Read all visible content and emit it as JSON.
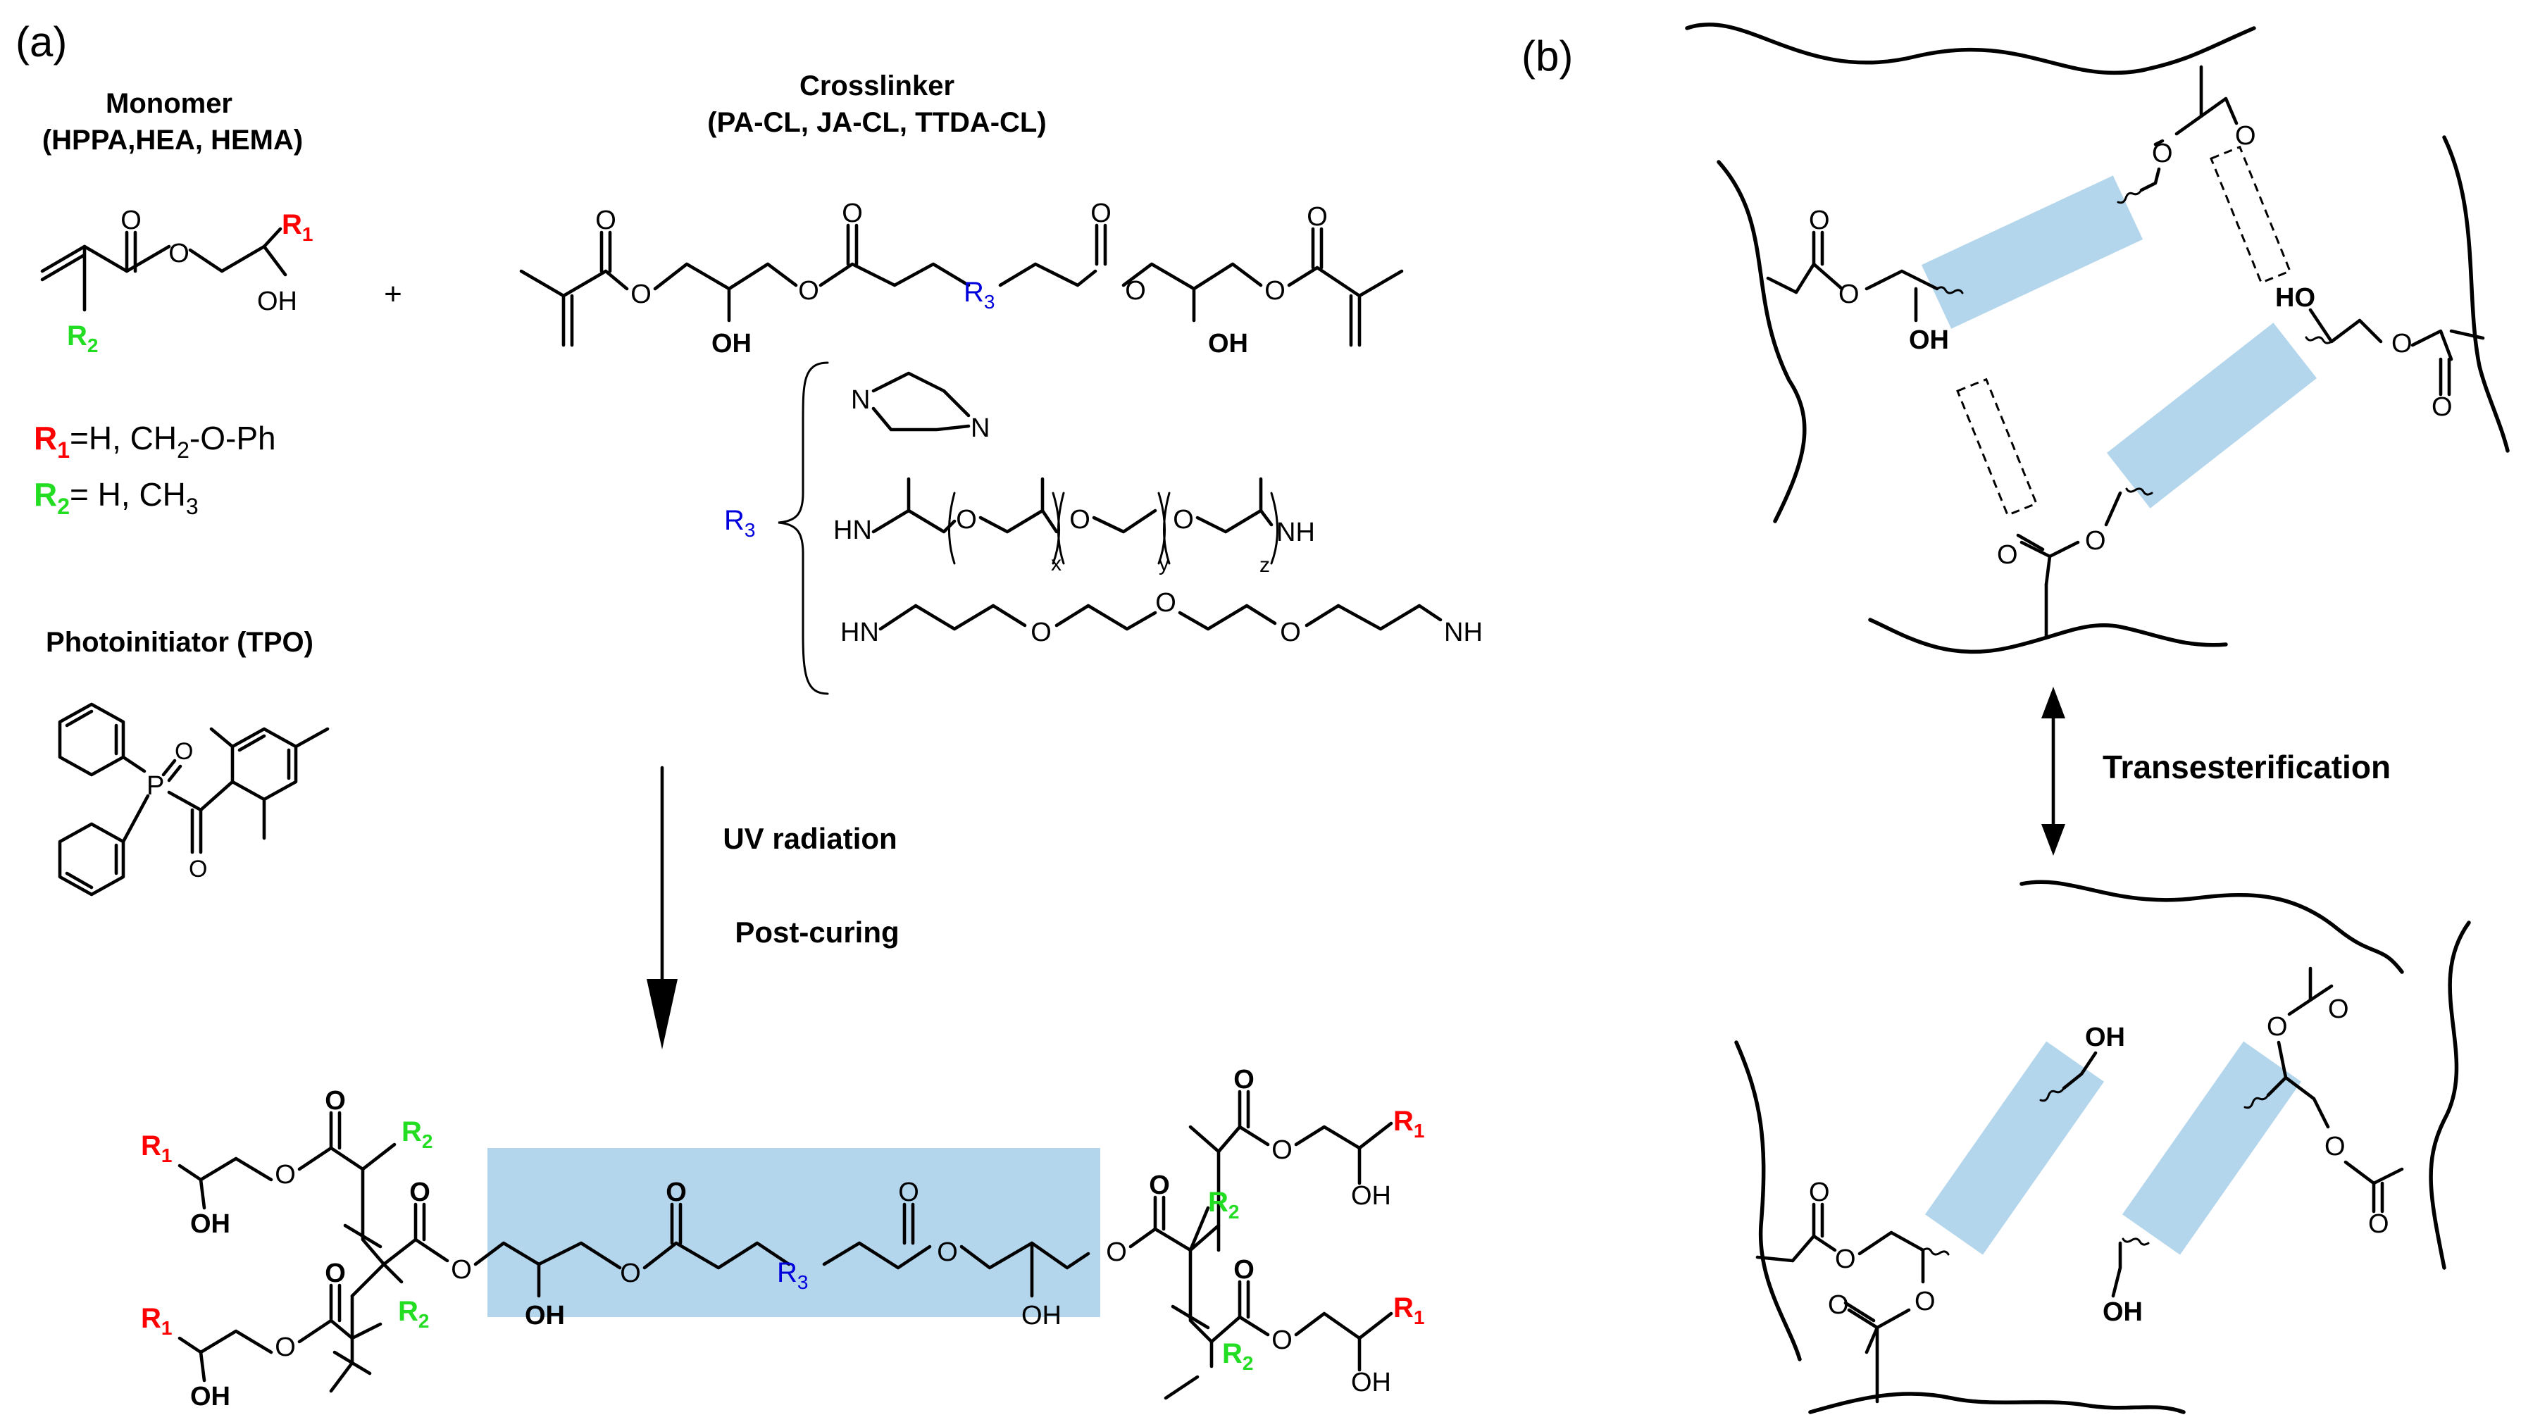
{
  "panels": {
    "a_label": "(a)",
    "b_label": "(b)"
  },
  "monomer": {
    "title": "Monomer",
    "subtitle": "(HPPA,HEA, HEMA)",
    "r1_name": "R",
    "r1_sub": "1",
    "r1_value": "=H, CH",
    "r1_value_sub": "2",
    "r1_value_end": "-O-Ph",
    "r2_name": "R",
    "r2_sub": "2",
    "r2_value": "= H, CH",
    "r2_value_sub": "3"
  },
  "plus_sign": "+",
  "crosslinker": {
    "title": "Crosslinker",
    "subtitle": "(PA-CL, JA-CL, TTDA-CL)",
    "r3_name": "R",
    "r3_sub": "3",
    "peg_subscripts": [
      "x",
      "y",
      "z"
    ]
  },
  "photoinitiator": {
    "title": "Photoinitiator (TPO)"
  },
  "process": {
    "step1": "UV radiation",
    "step2": "Post-curing"
  },
  "exchange": {
    "label": "Transesterification"
  },
  "atoms": {
    "O": "O",
    "OH": "OH",
    "HO": "HO",
    "N": "N",
    "HN": "HN",
    "NH": "NH",
    "P": "P"
  },
  "colors": {
    "r1": "#ff0000",
    "r2": "#22dd22",
    "r3": "#0000dd",
    "block": "#b3d6ec"
  }
}
